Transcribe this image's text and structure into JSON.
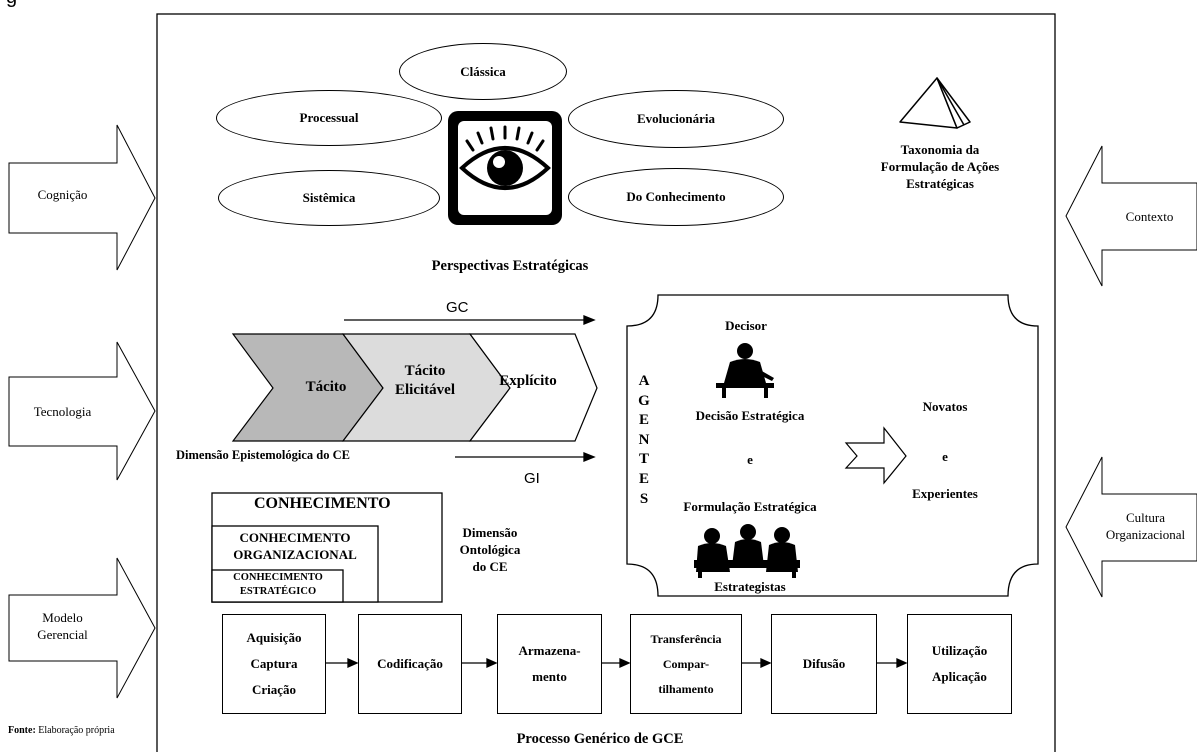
{
  "top_caption": "g",
  "footer": {
    "source_label": "Fonte:",
    "source_text": "Elaboração própria"
  },
  "left_arrows": [
    {
      "lines": [
        "Cognição"
      ]
    },
    {
      "lines": [
        "Tecnologia"
      ]
    },
    {
      "lines": [
        "Modelo",
        "Gerencial"
      ]
    }
  ],
  "right_arrows": [
    {
      "lines": [
        "Contexto"
      ]
    },
    {
      "lines": [
        "Cultura",
        "Organizacional"
      ]
    }
  ],
  "perspectives": {
    "items": [
      "Clássica",
      "Processual",
      "Evolucionária",
      "Sistêmica",
      "Do Conhecimento"
    ],
    "title": "Perspectivas Estratégicas",
    "center_icon": "eye-icon"
  },
  "taxonomy": {
    "icon": "pyramid-icon",
    "lines": [
      "Taxonomia da",
      "Formulação de Ações",
      "Estratégicas"
    ]
  },
  "epistemology": {
    "gc": "GC",
    "gi": "GI",
    "chevrons": [
      {
        "lines": [
          "Tácito"
        ],
        "color": "#b8b8b8"
      },
      {
        "lines": [
          "Tácito",
          "Elicitável"
        ],
        "color": "#dcdcdc"
      },
      {
        "lines": [
          "Explícito"
        ],
        "color": "#ffffff"
      }
    ],
    "title": "Dimensão Epistemológica do CE"
  },
  "ontology": {
    "outer": "CONHECIMENTO",
    "middle": [
      "CONHECIMENTO",
      "ORGANIZACIONAL"
    ],
    "inner": [
      "CONHECIMENTO",
      "ESTRATÉGICO"
    ],
    "title": [
      "Dimensão",
      "Ontológica",
      "do CE"
    ]
  },
  "agents": {
    "vertical_word": [
      "A",
      "G",
      "E",
      "N",
      "T",
      "E",
      "S"
    ],
    "decisor": "Decisor",
    "decisao": "Decisão Estratégica",
    "e": "e",
    "formulacao": "Formulação Estratégica",
    "estrategistas": "Estrategistas",
    "novatos": "Novatos",
    "e2": "e",
    "experientes": "Experientes",
    "decisor_icon": "businessman-icon",
    "strategists_icon": "meeting-icon"
  },
  "process": {
    "steps": [
      {
        "lines": [
          "Aquisição",
          "Captura",
          "Criação"
        ]
      },
      {
        "lines": [
          "Codificação"
        ]
      },
      {
        "lines": [
          "Armazena-",
          "mento"
        ]
      },
      {
        "lines": [
          "Transferência",
          "Compar-",
          "tilhamento"
        ]
      },
      {
        "lines": [
          "Difusão"
        ]
      },
      {
        "lines": [
          "Utilização",
          "Aplicação"
        ]
      }
    ],
    "title": "Processo Genérico de GCE"
  }
}
